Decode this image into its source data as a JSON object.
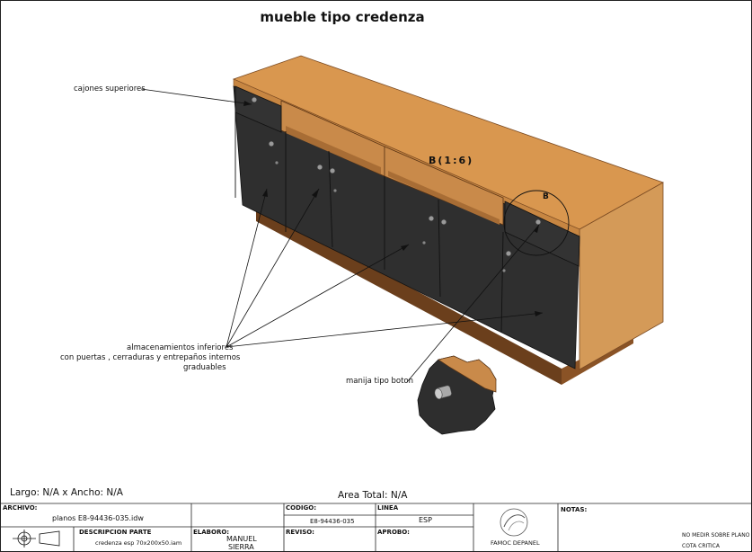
{
  "drawing": {
    "title": "mueble tipo credenza",
    "detail_label": "B(1:6)",
    "detail_marker": "B",
    "callouts": {
      "drawers": "cajones superiores",
      "storage_line1": "almacenamientos inferiores",
      "storage_line2": "con puertas , cerraduras y entrepaños internos",
      "storage_line3": "graduables",
      "handle": "manija tipo boton"
    },
    "colors": {
      "wood_top": "#d9974f",
      "wood_side": "#c98a4a",
      "doors": "#2f2f2f",
      "base": "#7a4a22"
    }
  },
  "dimensions": {
    "size": "Largo: N/A x Ancho: N/A",
    "area": "Area Total: N/A"
  },
  "title_block": {
    "archivo_label": "ARCHIVO:",
    "archivo_value": "planos E8-94436-035.idw",
    "descripcion_label": "DESCRIPCION PARTE",
    "descripcion_value": "credenza esp 70x200x50.iam",
    "codigo_label": "CODIGO:",
    "codigo_value": "E8-94436-035",
    "linea_label": "LINEA",
    "linea_value": "ESP",
    "elaboro_label": "ELABORO:",
    "elaboro_value_1": "MANUEL",
    "elaboro_value_2": "SIERRA",
    "reviso_label": "REVISO:",
    "aprobo_label": "APROBO:",
    "logo_text": "FAMOC DEPANEL",
    "notas_label": "NOTAS:",
    "nota_1": "NO MEDIR SOBRE PLANO",
    "nota_2": "COTA CRITICA"
  }
}
